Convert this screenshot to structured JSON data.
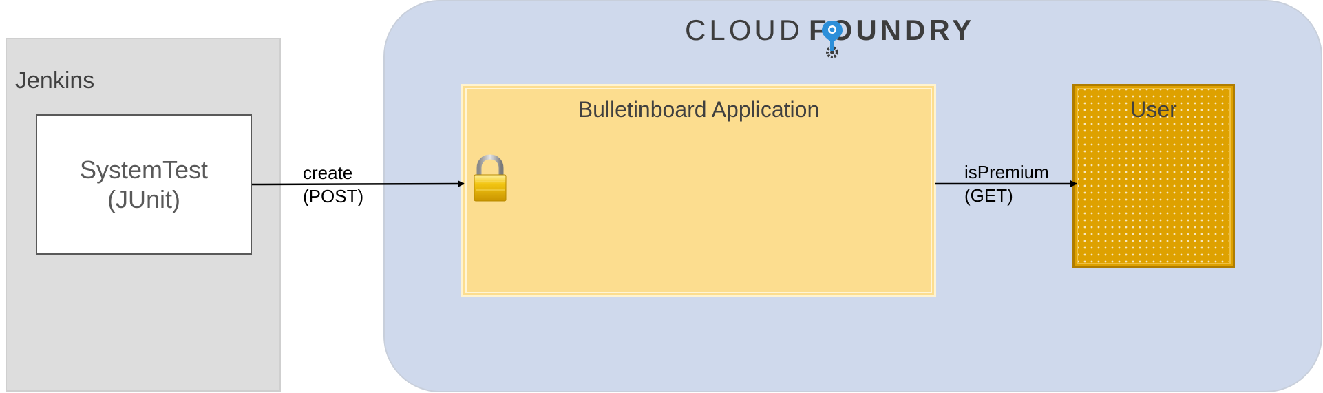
{
  "jenkins": {
    "title": "Jenkins",
    "systemtest": {
      "line1": "SystemTest",
      "line2": "(JUnit)"
    }
  },
  "cloudfoundry": {
    "logo_part1": "CLOUD",
    "logo_part2": "FOUNDRY",
    "app": {
      "title": "Bulletinboard Application"
    },
    "user": {
      "title": "User"
    }
  },
  "edges": {
    "create": {
      "line1": "create",
      "line2": "(POST)"
    },
    "ispremium": {
      "line1": "isPremium",
      "line2": "(GET)"
    }
  },
  "colors": {
    "jenkins_bg": "#dddddd",
    "cloudfoundry_bg": "#cfd9ec",
    "app_bg": "#fcdd8f",
    "user_bg": "#dea100",
    "pin_blue": "#2c8fd9"
  },
  "icons": {
    "lock": "padlock-icon",
    "logo_pin": "cloudfoundry-pin-icon"
  }
}
